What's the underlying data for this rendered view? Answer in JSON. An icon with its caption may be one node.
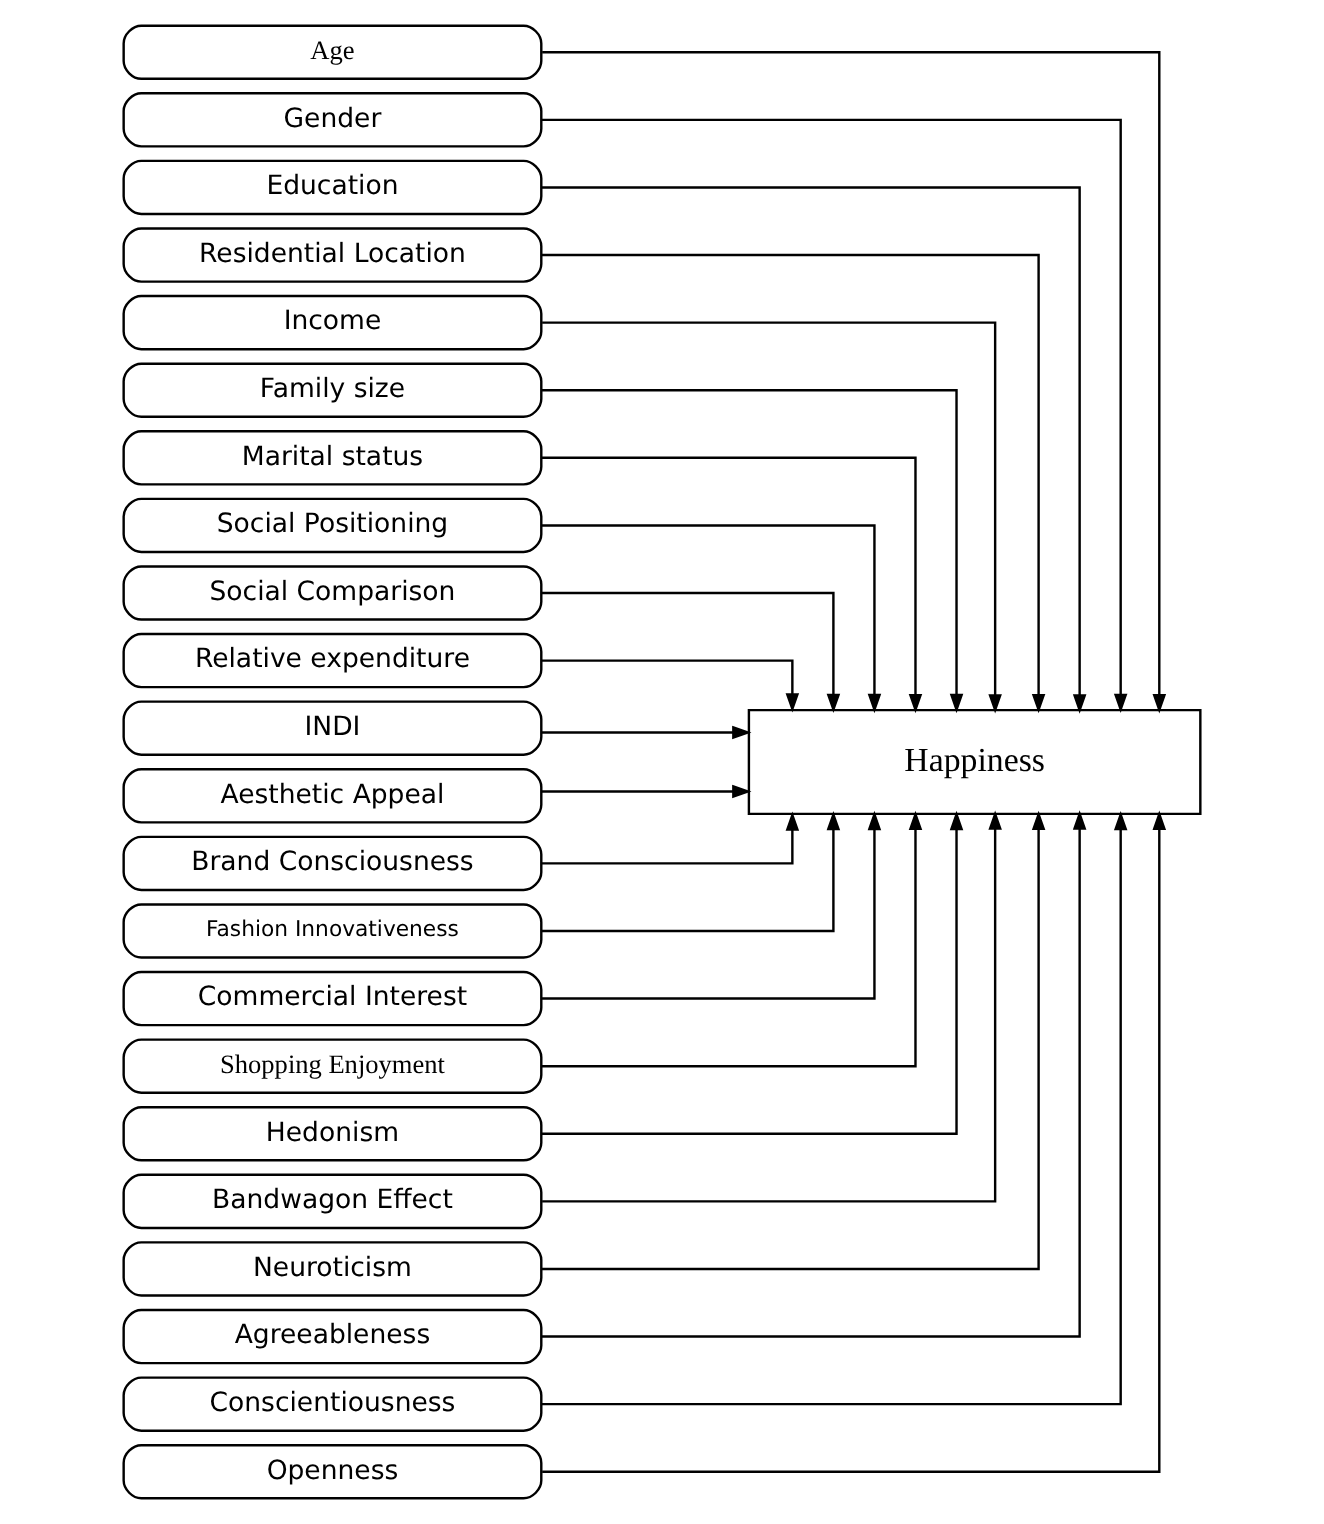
{
  "diagram": {
    "nodes": [
      {
        "text": [
          "Age"
        ]
      },
      {
        "text": [
          "Gender"
        ]
      },
      {
        "text": [
          "Education"
        ]
      },
      {
        "text": [
          "Residential Location"
        ]
      },
      {
        "text": [
          "Income"
        ]
      },
      {
        "text": [
          "Family size"
        ]
      },
      {
        "text": [
          "Marital status"
        ]
      },
      {
        "text": [
          "Social Positioning"
        ]
      },
      {
        "text": [
          "Social Comparison"
        ]
      },
      {
        "text": [
          "Relative expenditure"
        ]
      },
      {
        "text": [
          "INDI"
        ]
      },
      {
        "text": [
          "Aesthetic Appeal"
        ]
      },
      {
        "text": [
          "Brand Consciousness"
        ]
      },
      {
        "text": [
          "Fashion Innovativeness"
        ]
      },
      {
        "text": [
          "Commercial Interest"
        ]
      },
      {
        "text": [
          "Shopping Enjoyment"
        ]
      },
      {
        "text": [
          "Hedonism"
        ]
      },
      {
        "text": [
          "Bandwagon Effect"
        ]
      },
      {
        "text": [
          "Neuroticism"
        ]
      },
      {
        "text": [
          "Agreeableness"
        ]
      },
      {
        "text": [
          "Conscientiousness"
        ]
      },
      {
        "text": [
          "Openness"
        ]
      },
      {
        "text": [
          "Happiness"
        ]
      }
    ],
    "edges": [
      {
        "from": 0,
        "to": 22,
        "arrow": "to"
      },
      {
        "from": 1,
        "to": 22,
        "arrow": "to"
      },
      {
        "from": 2,
        "to": 22,
        "arrow": "to"
      },
      {
        "from": 3,
        "to": 22,
        "arrow": "to"
      },
      {
        "from": 4,
        "to": 22,
        "arrow": "to"
      },
      {
        "from": 5,
        "to": 22,
        "arrow": "to"
      },
      {
        "from": 6,
        "to": 22,
        "arrow": "to"
      },
      {
        "from": 7,
        "to": 22,
        "arrow": "to"
      },
      {
        "from": 8,
        "to": 22,
        "arrow": "to"
      },
      {
        "from": 9,
        "to": 22,
        "arrow": "to"
      },
      {
        "from": 10,
        "to": 22,
        "arrow": "to"
      },
      {
        "from": 11,
        "to": 22,
        "arrow": "to"
      },
      {
        "from": 12,
        "to": 22,
        "arrow": "to"
      },
      {
        "from": 13,
        "to": 22,
        "arrow": "to"
      },
      {
        "from": 14,
        "to": 22,
        "arrow": "to"
      },
      {
        "from": 15,
        "to": 22,
        "arrow": "to"
      },
      {
        "from": 16,
        "to": 22,
        "arrow": "to"
      },
      {
        "from": 17,
        "to": 22,
        "arrow": "to"
      },
      {
        "from": 18,
        "to": 22,
        "arrow": "to"
      },
      {
        "from": 19,
        "to": 22,
        "arrow": "to"
      },
      {
        "from": 20,
        "to": 22,
        "arrow": "to"
      },
      {
        "from": 21,
        "to": 22,
        "arrow": "to"
      }
    ]
  }
}
